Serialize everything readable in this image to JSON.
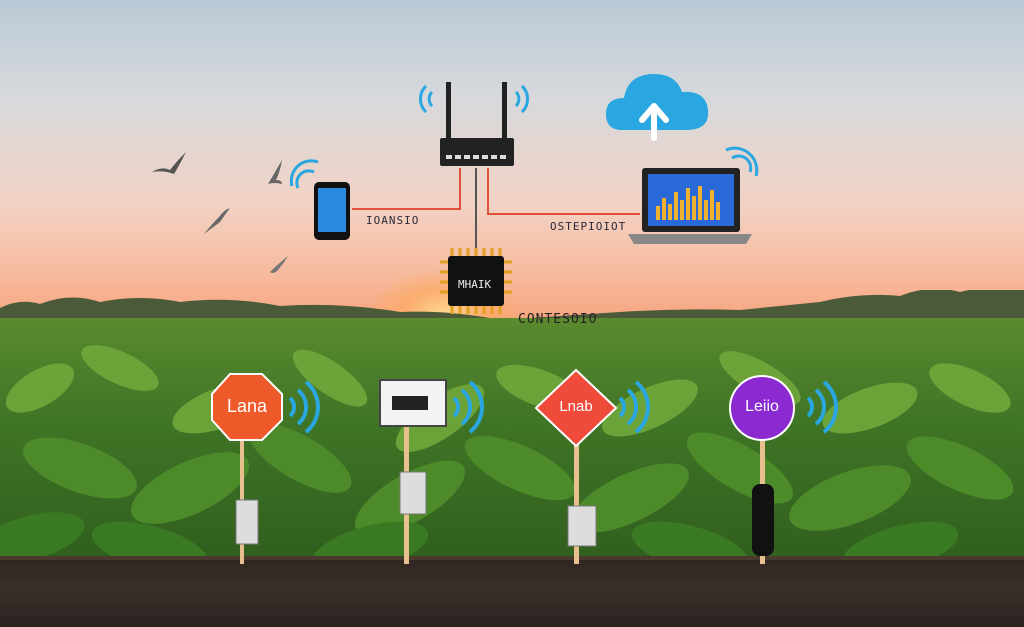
{
  "scene": {
    "labels": {
      "phone_link": "IOANSIO",
      "laptop_link": "OSTEPIOIOT",
      "chip_text": "MHAIK",
      "ground_text": "CONTESOIO"
    },
    "signs": [
      {
        "text": "Lana",
        "shape": "octagon",
        "color": "#ef5a2a"
      },
      {
        "text": "",
        "shape": "box",
        "color": "#f3f3f3"
      },
      {
        "text": "Lnab",
        "shape": "diamond",
        "color": "#ef4a3a"
      },
      {
        "text": "Leiio",
        "shape": "circle",
        "color": "#8a2ad0"
      }
    ],
    "colors": {
      "wire": "#e0503c",
      "cloud": "#2aa7e0",
      "chip_pins": "#e0a020"
    },
    "icons": [
      "cloud-upload-icon",
      "router-icon",
      "smartphone-icon",
      "laptop-icon",
      "microchip-icon",
      "wifi-icon"
    ]
  }
}
